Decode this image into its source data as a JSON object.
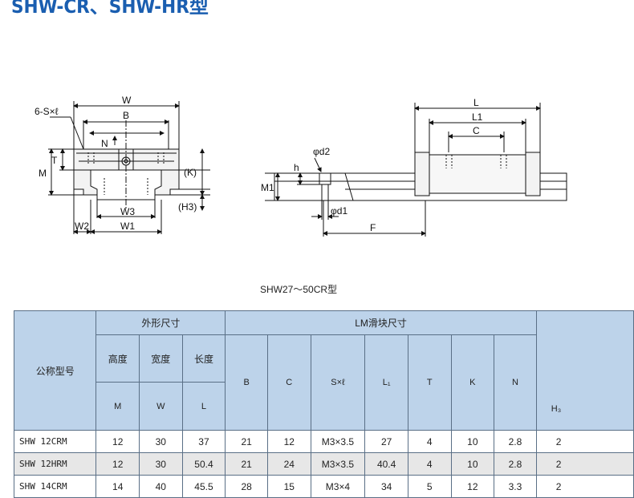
{
  "page": {
    "title": "SHW-CR、SHW-HR型"
  },
  "drawing_left": {
    "lbl_W": "W",
    "lbl_B": "B",
    "lbl_6S": "6-S×ℓ",
    "lbl_N": "N",
    "lbl_T": "T",
    "lbl_M": "M",
    "lbl_K": "(K)",
    "lbl_H3": "(H3)",
    "lbl_W3": "W3",
    "lbl_W2": "W2",
    "lbl_W1": "W1"
  },
  "drawing_right": {
    "lbl_L": "L",
    "lbl_L1": "L1",
    "lbl_C": "C",
    "lbl_d2": "φd2",
    "lbl_h": "h",
    "lbl_M1": "M1",
    "lbl_d1": "φd1",
    "lbl_F": "F"
  },
  "caption": "SHW27～50CR型",
  "table": {
    "model_header": "公称型号",
    "group_outer": "外形尺寸",
    "group_lm": "LM滑块尺寸",
    "sub_height": "高度",
    "sub_width": "宽度",
    "sub_length": "长度",
    "sym_M": "M",
    "sym_W": "W",
    "sym_L": "L",
    "sym_B": "B",
    "sym_C": "C",
    "sym_Sl": "S×ℓ",
    "sym_L1": "L₁",
    "sym_T": "T",
    "sym_K": "K",
    "sym_N": "N",
    "sym_H3": "H₃",
    "rows": [
      {
        "model": "SHW 12CRM",
        "M": "12",
        "W": "30",
        "L": "37",
        "B": "21",
        "C": "12",
        "Sl": "M3×3.5",
        "L1": "27",
        "T": "4",
        "K": "10",
        "N": "2.8",
        "H3": "2"
      },
      {
        "model": "SHW 12HRM",
        "M": "12",
        "W": "30",
        "L": "50.4",
        "B": "21",
        "C": "24",
        "Sl": "M3×3.5",
        "L1": "40.4",
        "T": "4",
        "K": "10",
        "N": "2.8",
        "H3": "2"
      },
      {
        "model": "SHW 14CRM",
        "M": "14",
        "W": "40",
        "L": "45.5",
        "B": "28",
        "C": "15",
        "Sl": "M3×4",
        "L1": "34",
        "T": "5",
        "K": "12",
        "N": "3.3",
        "H3": "2"
      }
    ]
  }
}
